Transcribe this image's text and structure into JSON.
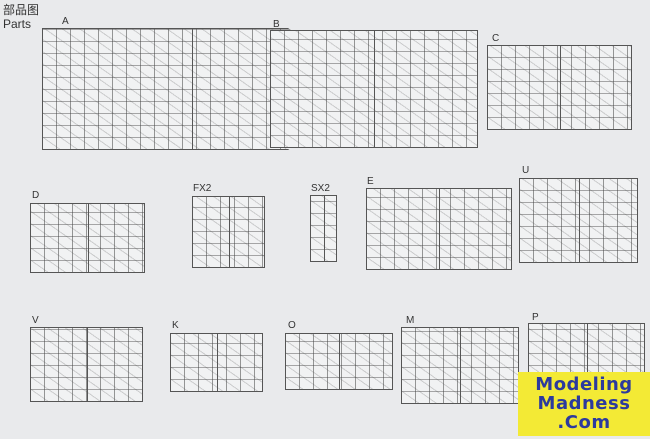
{
  "header": {
    "title_cn": "部品图",
    "title_en": "Parts"
  },
  "sprues": [
    {
      "label": "A"
    },
    {
      "label": "B"
    },
    {
      "label": "C"
    },
    {
      "label": "D"
    },
    {
      "label": "FX2"
    },
    {
      "label": "SX2"
    },
    {
      "label": "E"
    },
    {
      "label": "U"
    },
    {
      "label": "V"
    },
    {
      "label": "K"
    },
    {
      "label": "O"
    },
    {
      "label": "M"
    },
    {
      "label": "P"
    }
  ],
  "watermark": {
    "line1": "Modeling",
    "line2": "Madness",
    "line3": ".Com"
  }
}
